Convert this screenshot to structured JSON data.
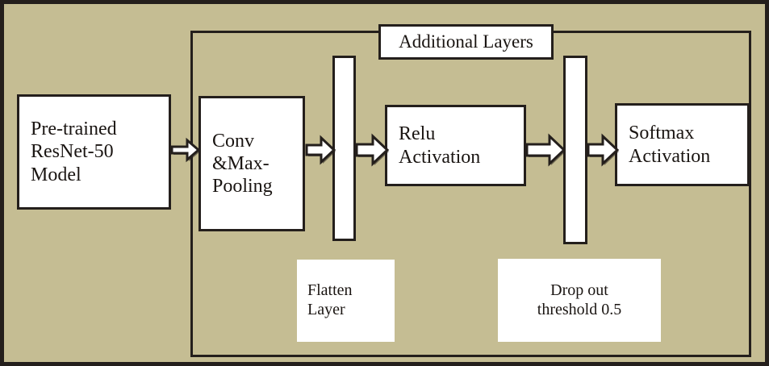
{
  "diagram": {
    "title": "Transfer-learning CNN architecture block diagram",
    "background_color": "#c5bd93",
    "line_color": "#241f1c",
    "node_fill": "#ffffff",
    "outer_frame": {
      "label": "outer border"
    },
    "inner_frame": {
      "label": "Additional Layers group"
    },
    "group_label": "Additional Layers",
    "nodes": [
      {
        "id": "pretrained",
        "label": "Pre-trained\nResNet-50\nModel"
      },
      {
        "id": "conv",
        "label": "Conv\n&Max-\nPooling"
      },
      {
        "id": "flatten",
        "label": ""
      },
      {
        "id": "relu",
        "label": "Relu\nActivation"
      },
      {
        "id": "dropout",
        "label": ""
      },
      {
        "id": "softmax",
        "label": "Softmax\nActivation"
      }
    ],
    "captions": [
      {
        "id": "flatten-caption",
        "label": "Flatten\nLayer"
      },
      {
        "id": "dropout-caption",
        "label": "Drop out\nthreshold 0.5"
      }
    ],
    "arrows": [
      {
        "id": "arrow-1",
        "from": "pretrained",
        "to": "conv"
      },
      {
        "id": "arrow-2",
        "from": "conv",
        "to": "flatten"
      },
      {
        "id": "arrow-3",
        "from": "flatten",
        "to": "relu"
      },
      {
        "id": "arrow-4",
        "from": "relu",
        "to": "dropout"
      },
      {
        "id": "arrow-5",
        "from": "dropout",
        "to": "softmax"
      }
    ]
  }
}
